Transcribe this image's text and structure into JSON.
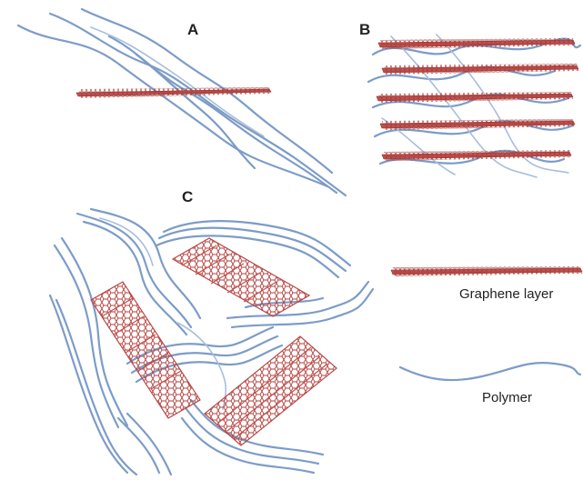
{
  "panels": {
    "a": {
      "label": "A"
    },
    "b": {
      "label": "B"
    },
    "c": {
      "label": "C"
    }
  },
  "legend": {
    "graphene": {
      "label": "Graphene layer"
    },
    "polymer": {
      "label": "Polymer"
    }
  },
  "colors": {
    "graphene": "#c0504d",
    "polymer": "#7c9cc8"
  }
}
